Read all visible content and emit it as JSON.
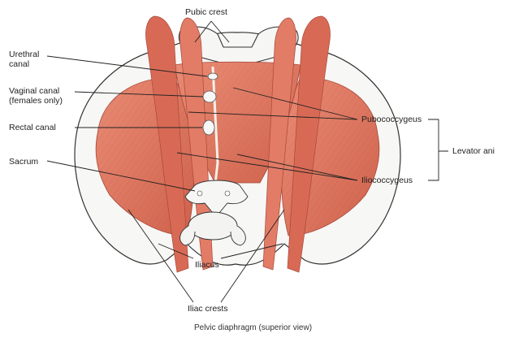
{
  "labels": {
    "pubic_crest": "Pubic crest",
    "urethral_canal": "Urethral canal",
    "vaginal_canal": "Vaginal canal (females only)",
    "rectal_canal": "Rectal canal",
    "sacrum": "Sacrum",
    "pubococcygeus": "Pubococcygeus",
    "levator_ani": "Levator ani",
    "iliococcygeus": "Iliococcygeus",
    "iliacus": "Iliacus",
    "iliac_crests": "Iliac crests"
  },
  "caption": "Pelvic diaphragm (superior view)",
  "colors": {
    "muscle": "#e07b65",
    "muscle_dark": "#c95a45",
    "bone": "#f6f6f4",
    "outline": "#333333"
  }
}
